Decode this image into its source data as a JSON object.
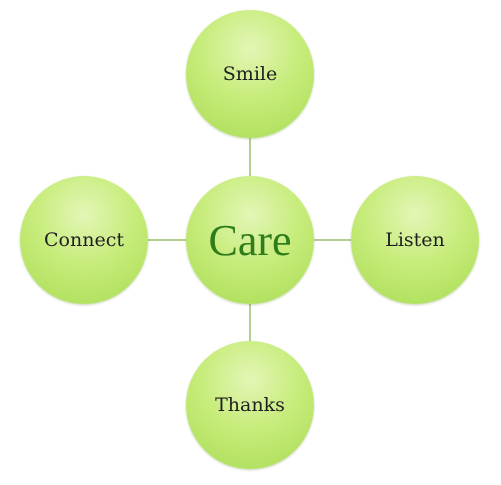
{
  "diagram": {
    "center": {
      "label": "Care"
    },
    "satellites": {
      "top": {
        "label": "Smile"
      },
      "left": {
        "label": "Connect"
      },
      "right": {
        "label": "Listen"
      },
      "bottom": {
        "label": "Thanks"
      }
    },
    "colors": {
      "node_fill": "#c7ec7b",
      "node_edge": "#a8dc52",
      "connector": "#9abf6a",
      "center_text": "#2e7d1a",
      "satellite_text": "#1f1f1f"
    }
  }
}
